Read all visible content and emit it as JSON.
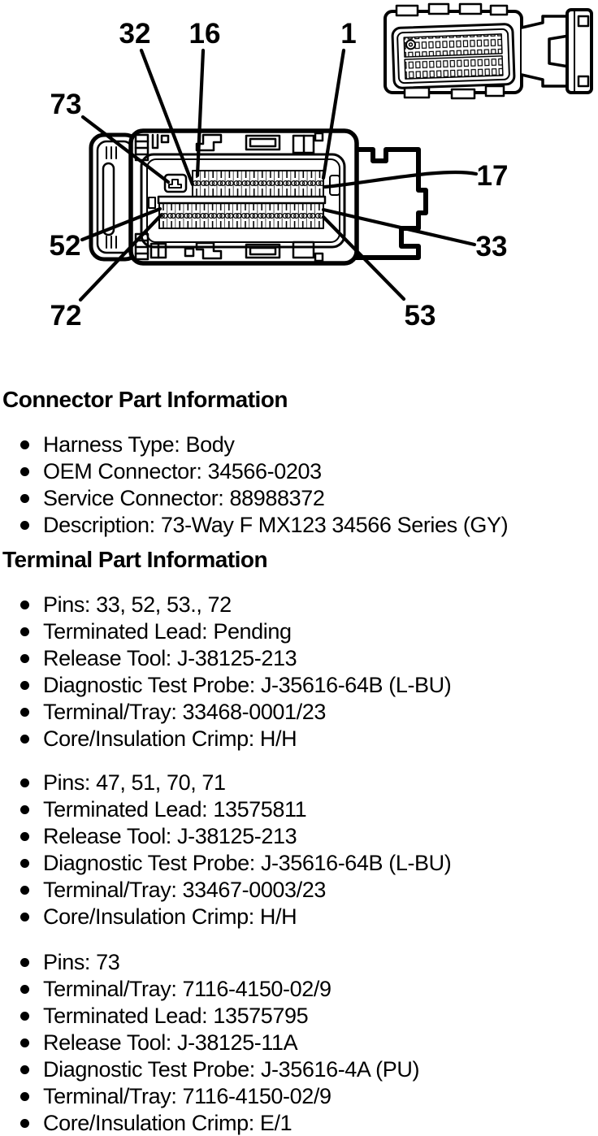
{
  "diagram": {
    "name": "73-way connector face view with pin callouts",
    "callouts": {
      "n32": "32",
      "n16": "16",
      "n1": "1",
      "n73": "73",
      "n17": "17",
      "n33": "33",
      "n52": "52",
      "n72": "72",
      "n53": "53"
    }
  },
  "connector_section": {
    "title": "Connector Part Information",
    "items": [
      "Harness Type: Body",
      "OEM Connector: 34566-0203",
      "Service Connector: 88988372",
      "Description: 73-Way F MX123 34566 Series (GY)"
    ]
  },
  "terminal_section": {
    "title": "Terminal Part Information",
    "groups": [
      {
        "items": [
          "Pins: 33, 52, 53., 72",
          "Terminated Lead: Pending",
          "Release Tool: J-38125-213",
          "Diagnostic Test Probe: J-35616-64B (L-BU)",
          "Terminal/Tray: 33468-0001/23",
          "Core/Insulation Crimp: H/H"
        ]
      },
      {
        "items": [
          "Pins: 47, 51, 70, 71",
          "Terminated Lead: 13575811",
          "Release Tool: J-38125-213",
          "Diagnostic Test Probe: J-35616-64B (L-BU)",
          "Terminal/Tray: 33467-0003/23",
          "Core/Insulation Crimp: H/H"
        ]
      },
      {
        "items": [
          "Pins: 73",
          "Terminal/Tray: 7116-4150-02/9",
          "Terminated Lead: 13575795",
          "Release Tool: J-38125-11A",
          "Diagnostic Test Probe: J-35616-4A (PU)",
          "Terminal/Tray: 7116-4150-02/9",
          "Core/Insulation Crimp: E/1"
        ]
      }
    ]
  }
}
